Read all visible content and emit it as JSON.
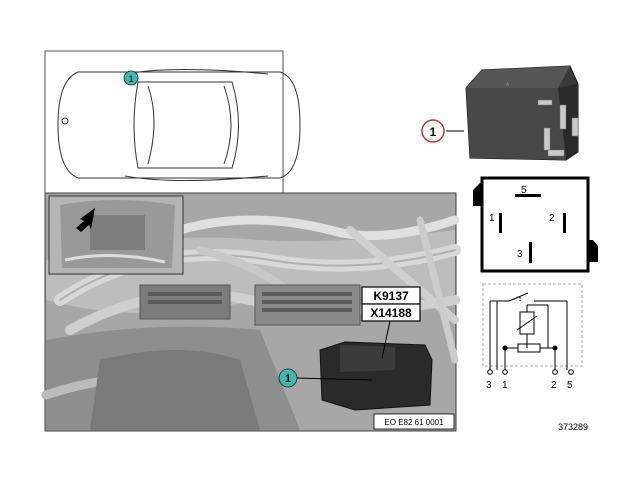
{
  "car_view": {
    "callout_number": "1"
  },
  "photo": {
    "callout_number": "1",
    "connector_label": "K9137",
    "component_label": "X14188",
    "reference_code": "EO E82 61 0001"
  },
  "relay": {
    "callout_number": "1",
    "callout_color": "#c0392b"
  },
  "pin_layout": {
    "pins": [
      "5",
      "1",
      "2",
      "3"
    ]
  },
  "schematic": {
    "terminals": [
      "3",
      "1",
      "2",
      "5"
    ]
  },
  "figure_number": "373289"
}
